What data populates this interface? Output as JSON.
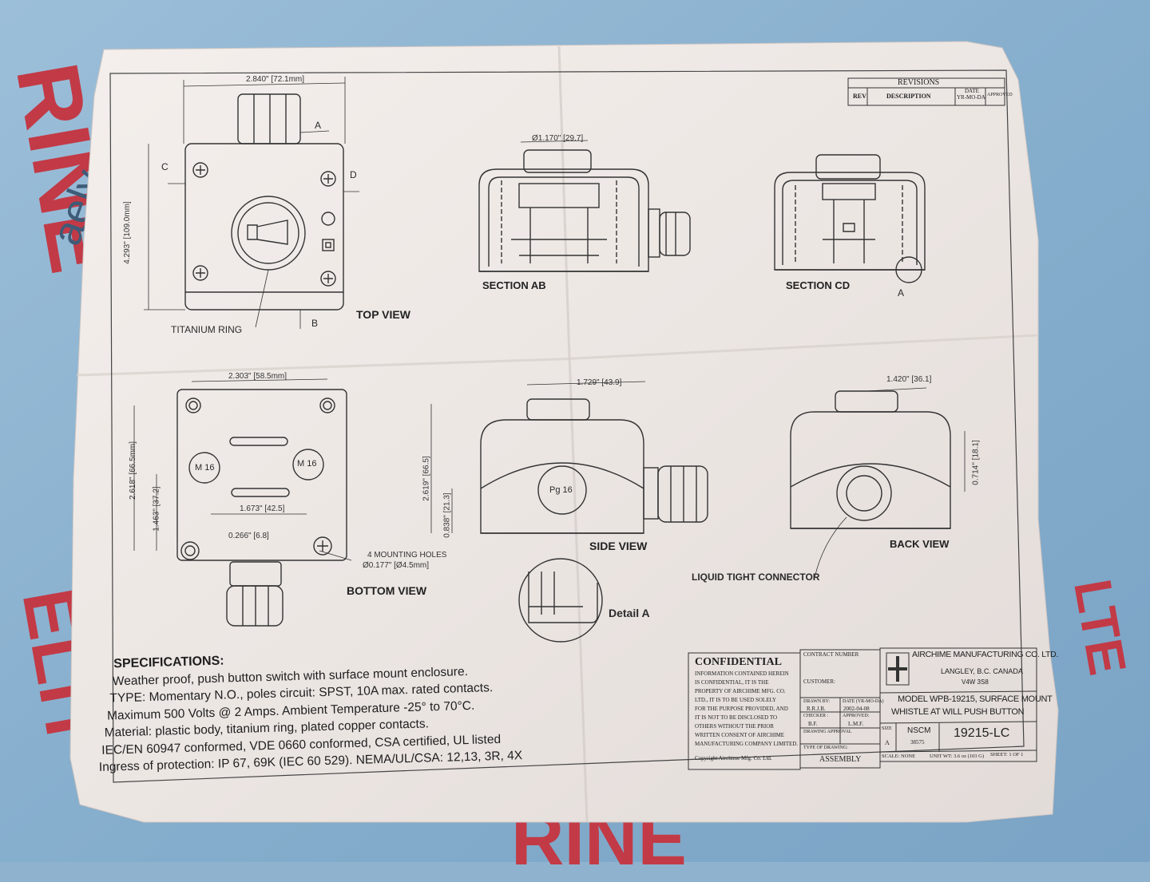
{
  "top_view": {
    "title": "TOP VIEW",
    "width_dim": "2.840\" [72.1mm]",
    "height_dim": "4.293\" [109.0mm]",
    "ring_label": "TITANIUM RING",
    "letter_a": "A",
    "letter_b": "B",
    "letter_c": "C",
    "letter_d": "D"
  },
  "section_ab": {
    "title": "SECTION AB",
    "dim": "Ø1.170\" [29.7]"
  },
  "section_cd": {
    "title": "SECTION CD",
    "letter_a": "A"
  },
  "revisions": {
    "title": "REVISIONS",
    "rev": "REV",
    "description": "DESCRIPTION",
    "date": "DATE",
    "date_value": "YR-MO-DA",
    "approved": "APPROVED"
  },
  "bottom_view": {
    "title": "BOTTOM VIEW",
    "width_dim": "2.303\" [58.5mm]",
    "height_dim": "2.618\" [66.5mm]",
    "inner_height_dim": "1.463\" [37.2]",
    "inner_width_dim": "1.673\" [42.5]",
    "offset_dim": "0.266\" [6.8]",
    "port_left": "M 16",
    "port_right": "M 16",
    "holes_label": "4 MOUNTING HOLES",
    "holes_dim": "Ø0.177\" [Ø4.5mm]"
  },
  "side_view": {
    "title": "SIDE VIEW",
    "width_dim": "1.729\" [43.9]",
    "height_dim": "2.619\" [66.5]",
    "low_dim": "0.838\" [21.3]",
    "port": "Pg 16"
  },
  "back_view": {
    "title": "BACK VIEW",
    "width_dim": "1.420\" [36.1]",
    "height_dim": "0.714\" [18.1]",
    "connector_label": "LIQUID TIGHT CONNECTOR"
  },
  "detail": {
    "label": "Detail A"
  },
  "specifications": {
    "heading": "SPECIFICATIONS:",
    "lines": [
      "Weather proof, push button switch with surface mount enclosure.",
      "TYPE: Momentary N.O., poles circuit: SPST, 10A max. rated contacts.",
      "Maximum 500 Volts @ 2 Amps. Ambient Temperature -25° to 70°C.",
      "Material: plastic body, titanium ring, plated copper contacts.",
      "IEC/EN 60947 conformed, VDE 0660 conformed,  CSA certified, UL listed",
      "Ingress of protection: IP 67, 69K (IEC 60 529). NEMA/UL/CSA: 12,13, 3R, 4X"
    ]
  },
  "title_block": {
    "confidential": "CONFIDENTIAL",
    "confidential_text": [
      "INFORMATION CONTAINED HEREIN",
      "IS CONFIDENTIAL, IT IS THE",
      "PROPERTY OF AIRCHIME MFG. CO.",
      "LTD., IT IS TO BE USED SOLELY",
      "FOR THE PURPOSE PROVIDED, AND",
      "IT IS NOT TO BE DISCLOSED TO",
      "OTHERS WITHOUT THE PRIOR",
      "WRITTEN CONSENT OF AIRCHIME",
      "MANUFACTURING COMPANY LIMITED."
    ],
    "copyright": "Copyright Airchime Mfg. Co. Ltd.",
    "contract_number": "CONTRACT NUMBER",
    "customer": "CUSTOMER:",
    "drawn_by": "DRAWN BY:",
    "drawn_by_value": "R.R.J.B.",
    "date_label": "DATE (YR-MO-DA)",
    "date_value": "2002-04-08",
    "checker": "CHECKER :",
    "checker_value": "B.F.",
    "approved": "APPROVED:",
    "approved_value": "L.M.F.",
    "drawing_approval": "DRAWING APPROVAL",
    "type_of_drawing": "TYPE OF DRAWING:",
    "type_value": "ASSEMBLY",
    "company": "AIRCHIME MANUFACTURING CO. LTD.",
    "city": "LANGLEY, B.C. CANADA",
    "postal": "V4W 3S8",
    "model_line1": "MODEL WPB-19215, SURFACE MOUNT",
    "model_line2": "WHISTLE AT WILL PUSH BUTTON",
    "size_label": "SIZE",
    "size_value": "A",
    "nscm": "NSCM",
    "nscm_value": "38575",
    "part_number": "19215-LC",
    "scale": "SCALE: NONE",
    "unit_wt": "UNIT WT: 3.6 oz (103 G)",
    "sheet": "SHEET: 1 OF 1"
  },
  "background_text": [
    "RINE",
    "aely",
    "RINE",
    "ELIT",
    "LTE"
  ]
}
